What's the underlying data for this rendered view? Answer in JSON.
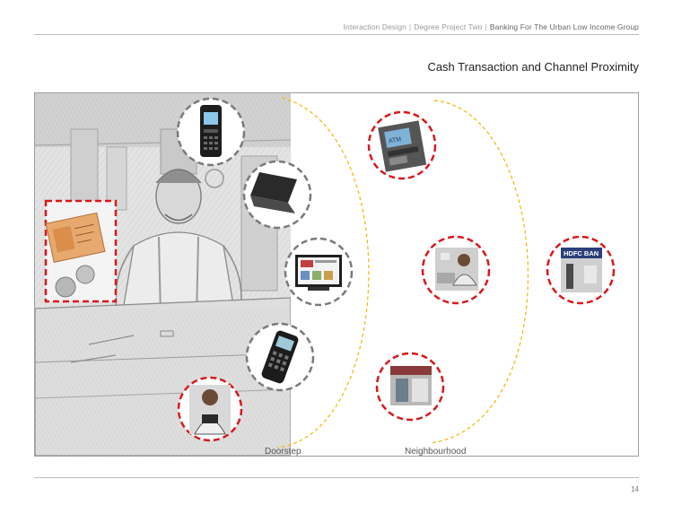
{
  "header": {
    "course": "Interaction Design",
    "project": "Degree Project Two",
    "topic": "Banking For The Urban Low Income Group",
    "separator": "|"
  },
  "page_title": "Cash Transaction and Channel Proximity",
  "zones": {
    "doorstep": "Doorstep",
    "neighbourhood": "Neighbourhood"
  },
  "channel_images": {
    "atm_screen": "ATM",
    "bank_sign": "HDFC BAN"
  },
  "page_number": "14",
  "colors": {
    "accent_red": "#d7191c",
    "accent_grey": "#7a7a7a",
    "curve_yellow": "#f2b705",
    "rule": "#bcbcbc"
  },
  "icons": {
    "currency": "cash-icon",
    "phone": "mobile-phone-icon",
    "laptop": "laptop-icon",
    "computer": "desktop-computer-icon",
    "pos": "card-terminal-icon",
    "agent": "shopkeeper-icon",
    "atm": "atm-icon",
    "branch": "bank-branch-icon"
  }
}
